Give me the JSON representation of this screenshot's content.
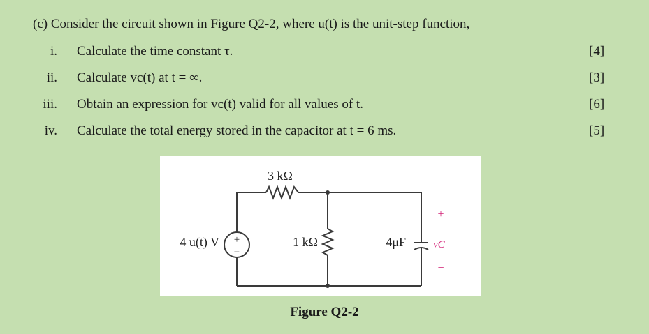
{
  "intro": "(c) Consider the circuit shown in Figure Q2-2, where u(t) is the unit-step function,",
  "questions": [
    {
      "num": "i.",
      "text": "Calculate the time constant τ.",
      "marks": "[4]"
    },
    {
      "num": "ii.",
      "text": "Calculate vс(t) at t = ∞.",
      "marks": "[3]"
    },
    {
      "num": "iii.",
      "text": "Obtain an expression for vс(t) valid for all values of  t.",
      "marks": "[6]"
    },
    {
      "num": "iv.",
      "text": "Calculate the total energy stored in the capacitor at t = 6 ms.",
      "marks": "[5]"
    }
  ],
  "figure": {
    "resistor_top": "3 kΩ",
    "resistor_mid": "1 kΩ",
    "capacitor": "4μF",
    "source": "4 u(t) V",
    "source_plus": "+",
    "source_minus": "−",
    "vc_plus": "+",
    "vc_label": "vC",
    "vc_minus": "−",
    "caption": "Figure Q2-2"
  }
}
